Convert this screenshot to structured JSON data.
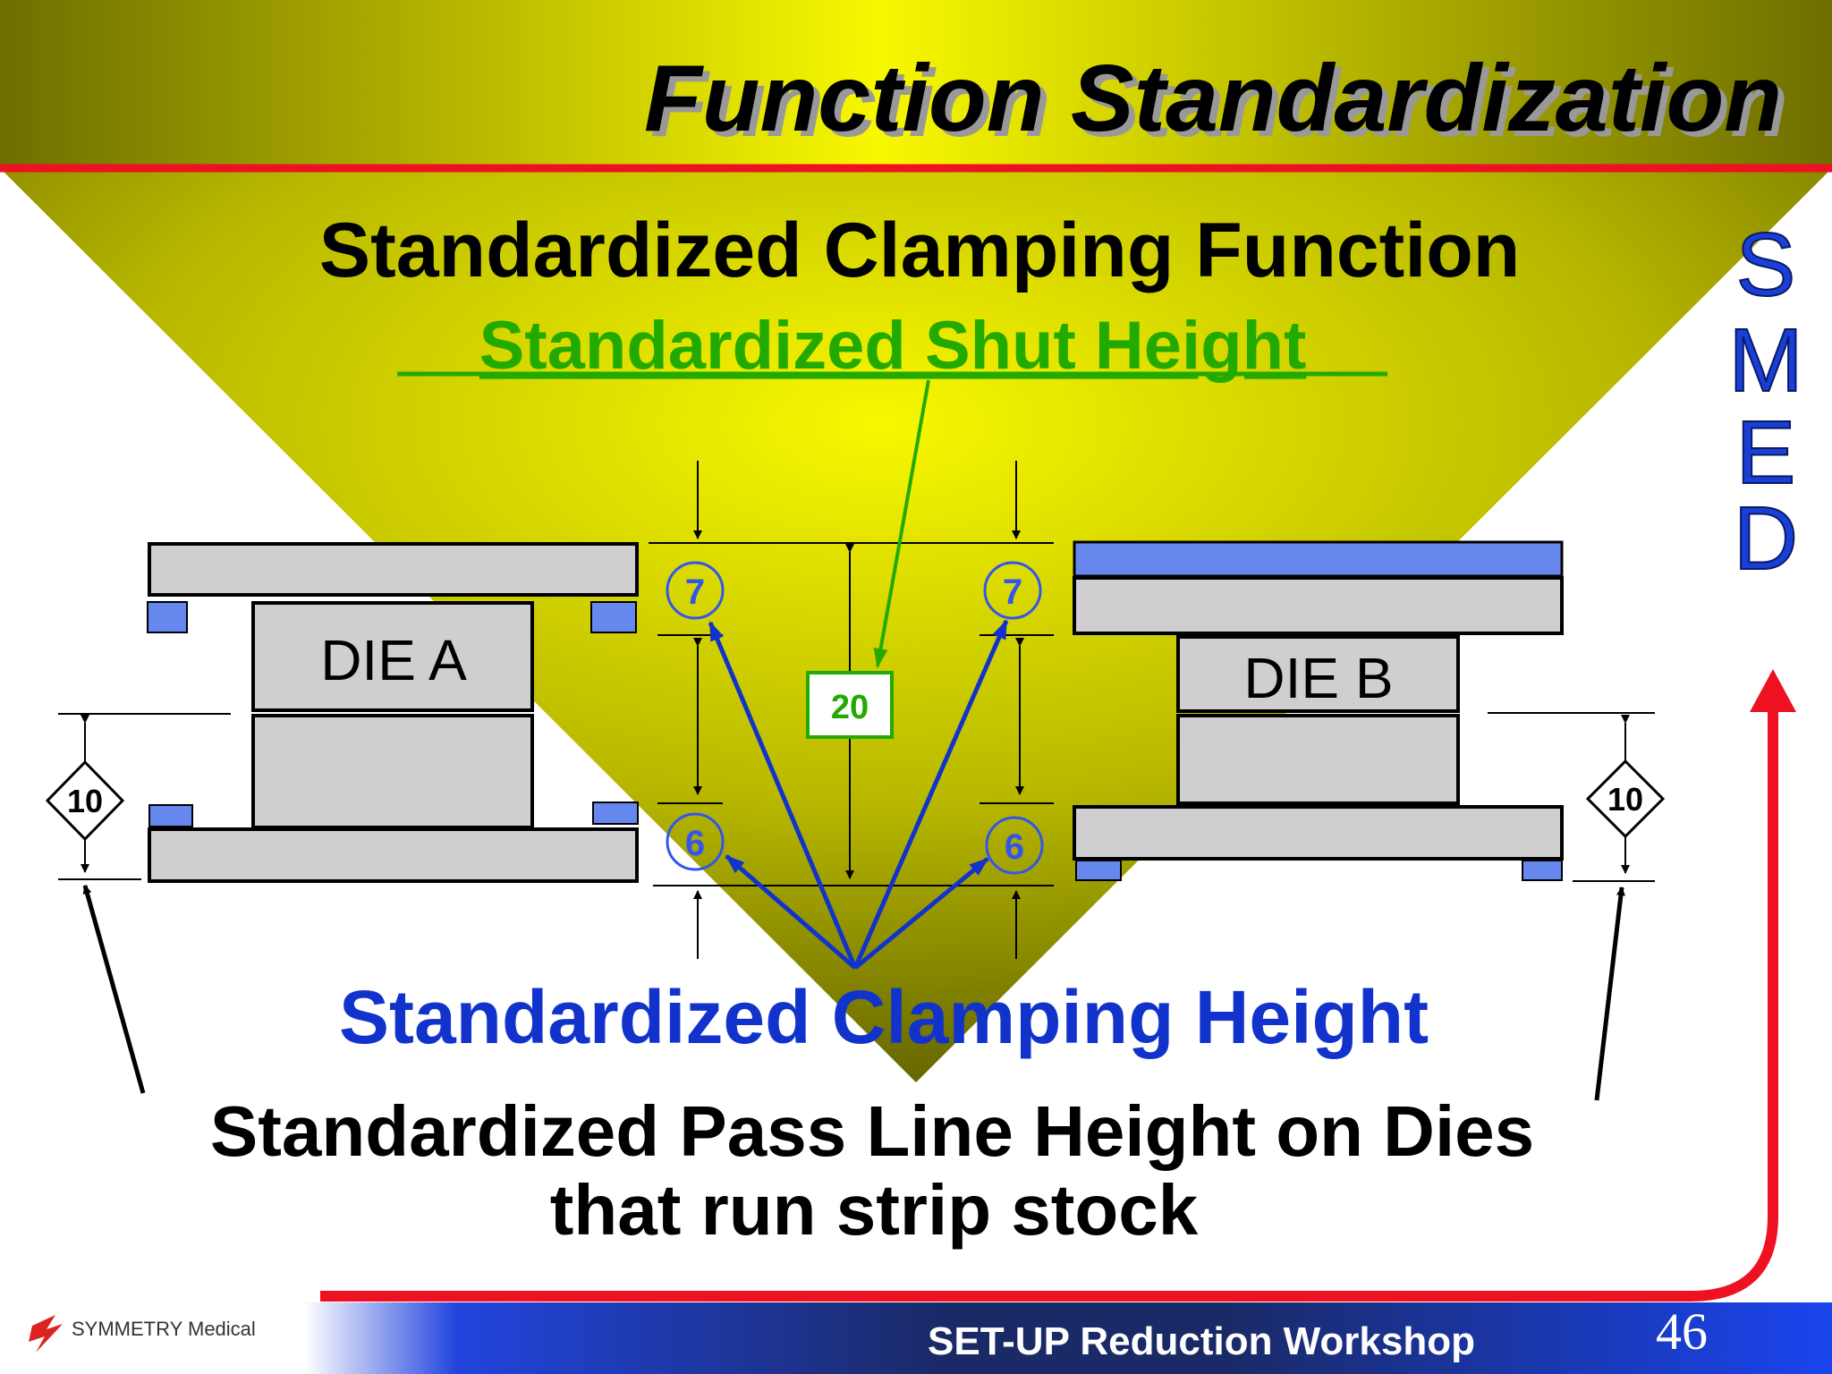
{
  "slide": {
    "title": "Function Standardization",
    "heading": "Standardized Clamping Function",
    "shut_height_label": "Standardized Shut Height",
    "clamping_height_label": "Standardized Clamping Height",
    "pass_line_line1": "Standardized Pass Line Height on Dies",
    "pass_line_line2": "that run strip stock",
    "smed_letters": [
      "S",
      "M",
      "E",
      "D"
    ],
    "slide_number": "46"
  },
  "diagram": {
    "die_a_label": "DIE A",
    "die_b_label": "DIE B",
    "pass_line_left": "10",
    "pass_line_right": "10",
    "top_clamp_left": "7",
    "top_clamp_right": "7",
    "bottom_clamp_left": "6",
    "bottom_clamp_right": "6",
    "shut_height": "20"
  },
  "footer": {
    "logo_text": "SYMMETRY Medical",
    "workshop": "SET-UP Reduction Workshop"
  },
  "colors": {
    "title_band": "#f5f500",
    "accent_red": "#ee1122",
    "clamp_blue": "#6688ee",
    "label_blue": "#1133cc",
    "label_green": "#22aa00",
    "smed_blue": "#1a3fd6",
    "die_gray": "#d0ced0"
  }
}
